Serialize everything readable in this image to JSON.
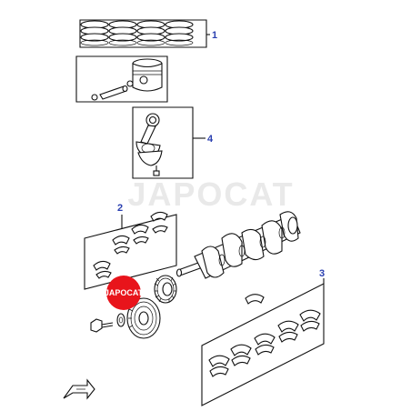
{
  "callouts": [
    "1",
    "4",
    "2",
    "3"
  ],
  "watermark": "JAPOCAT",
  "logo": {
    "text": "JAPOCAT",
    "color": "#e8141b"
  },
  "colors": {
    "callout": "#2a3fb0",
    "line": "#111111"
  }
}
